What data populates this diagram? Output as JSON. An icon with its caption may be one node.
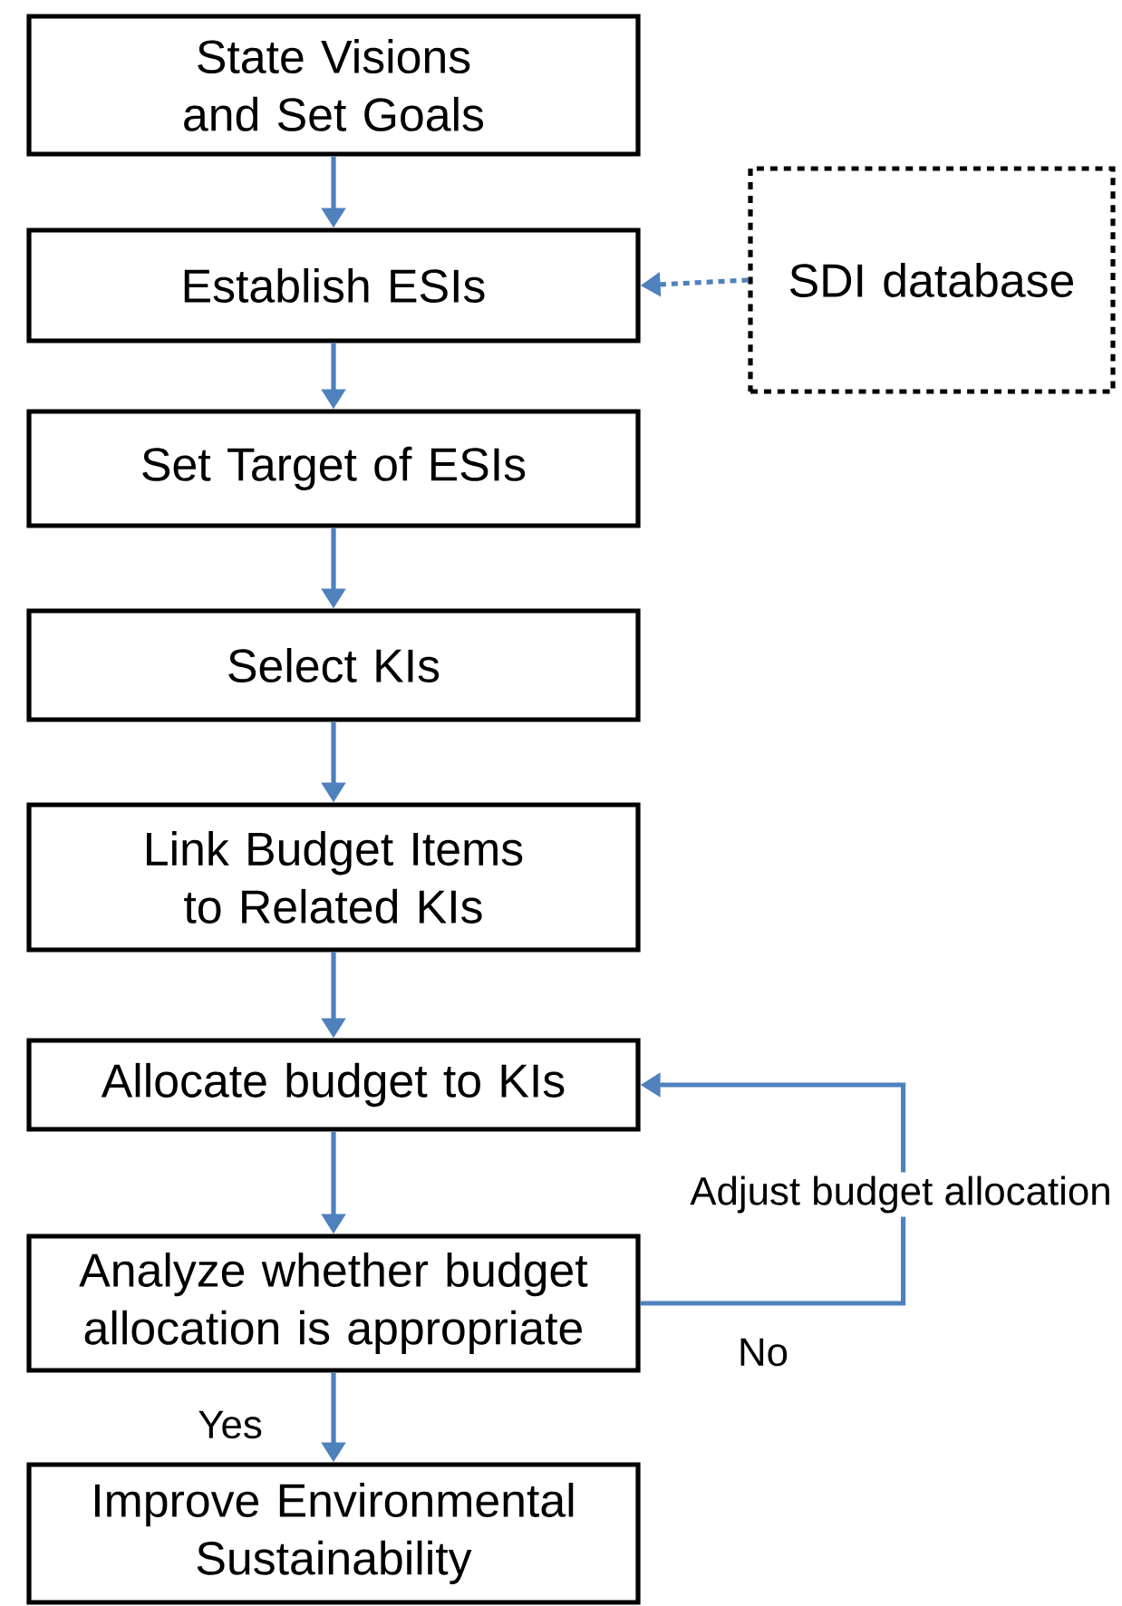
{
  "diagram": {
    "nodes": [
      {
        "text": [
          "State Visions and Set Goals"
        ]
      },
      {
        "text": [
          "Establish ESIs"
        ]
      },
      {
        "text": [
          "Set Target of ESIs"
        ]
      },
      {
        "text": [
          "Select KIs"
        ]
      },
      {
        "text": [
          "Link Budget Items to Related KIs"
        ]
      },
      {
        "text": [
          "Allocate budget to KIs"
        ]
      },
      {
        "text": [
          "Analyze whether budget allocation is appropriate"
        ]
      },
      {
        "text": [
          "Improve Environmental Sustainability"
        ]
      },
      {
        "text": [
          "SDI database"
        ]
      }
    ],
    "edges": [
      {
        "from": 0,
        "to": 1,
        "arrow": "to"
      },
      {
        "from": 1,
        "to": 2,
        "arrow": "to"
      },
      {
        "from": 2,
        "to": 3,
        "arrow": "to"
      },
      {
        "from": 3,
        "to": 4,
        "arrow": "to"
      },
      {
        "from": 4,
        "to": 5,
        "arrow": "to"
      },
      {
        "from": 5,
        "to": 6,
        "arrow": "to"
      },
      {
        "from": 6,
        "to": 7,
        "arrow": "to",
        "label": "Yes"
      },
      {
        "from": 8,
        "to": 1,
        "arrow": "to",
        "style": "dashed"
      },
      {
        "from": 6,
        "to": 5,
        "arrow": "to",
        "label": "Adjust budget allocation"
      }
    ],
    "labels": [
      "No"
    ]
  }
}
